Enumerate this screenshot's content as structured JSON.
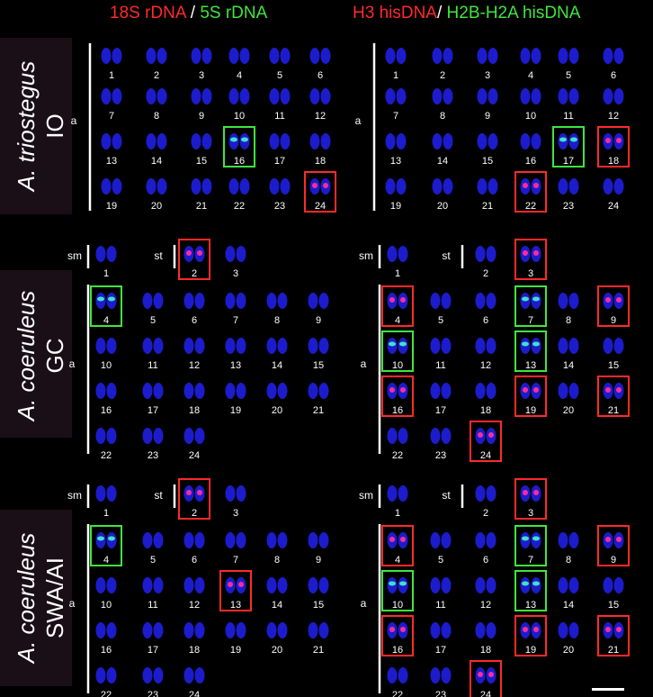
{
  "colors": {
    "red": "#ff2a2a",
    "green": "#3ee63e",
    "chromosome": "#1c1ccc",
    "background": "#000000",
    "side_label_bg": "#1a0f16"
  },
  "headers": {
    "left_red": "18S rDNA",
    "left_sep": " / ",
    "left_green": "5S rDNA",
    "right_red": "H3 hisDNA",
    "right_sep": "/ ",
    "right_green": "H2B-H2A hisDNA"
  },
  "species": [
    {
      "genus": "A. triostegus",
      "population": "IO"
    },
    {
      "genus": "A. coeruleus",
      "population": "GC"
    },
    {
      "genus": "A. coeruleus",
      "population": "SWA/AI"
    }
  ],
  "group_labels": {
    "a": "a",
    "sm": "sm",
    "st": "st"
  },
  "karyotypes": {
    "triostegus": {
      "a_rows": [
        [
          1,
          2,
          3,
          4,
          5,
          6
        ],
        [
          7,
          8,
          9,
          10,
          11,
          12
        ],
        [
          13,
          14,
          15,
          16,
          17,
          18
        ],
        [
          19,
          20,
          21,
          22,
          23,
          24
        ]
      ],
      "left": {
        "green": [
          16
        ],
        "red": [
          24
        ]
      },
      "right": {
        "green": [
          17
        ],
        "red": [
          18,
          22
        ]
      }
    },
    "coeruleus_gc": {
      "sm": [
        1
      ],
      "st": [
        2,
        3
      ],
      "a_rows": [
        [
          4,
          5,
          6,
          7,
          8,
          9
        ],
        [
          10,
          11,
          12,
          13,
          14,
          15
        ],
        [
          16,
          17,
          18,
          19,
          20,
          21
        ],
        [
          22,
          23,
          24
        ]
      ],
      "left": {
        "green": [
          4
        ],
        "red": [
          2
        ]
      },
      "right": {
        "green": [
          7,
          10,
          13
        ],
        "red": [
          3,
          4,
          9,
          16,
          19,
          21,
          24
        ]
      }
    },
    "coeruleus_swa": {
      "sm": [
        1
      ],
      "st": [
        2,
        3
      ],
      "a_rows": [
        [
          4,
          5,
          6,
          7,
          8,
          9
        ],
        [
          10,
          11,
          12,
          13,
          14,
          15
        ],
        [
          16,
          17,
          18,
          19,
          20,
          21
        ],
        [
          22,
          23,
          24
        ]
      ],
      "left": {
        "green": [
          4
        ],
        "red": [
          2,
          13
        ]
      },
      "right": {
        "green": [
          7,
          10,
          13
        ],
        "red": [
          3,
          4,
          9,
          16,
          19,
          21,
          24
        ]
      }
    }
  }
}
